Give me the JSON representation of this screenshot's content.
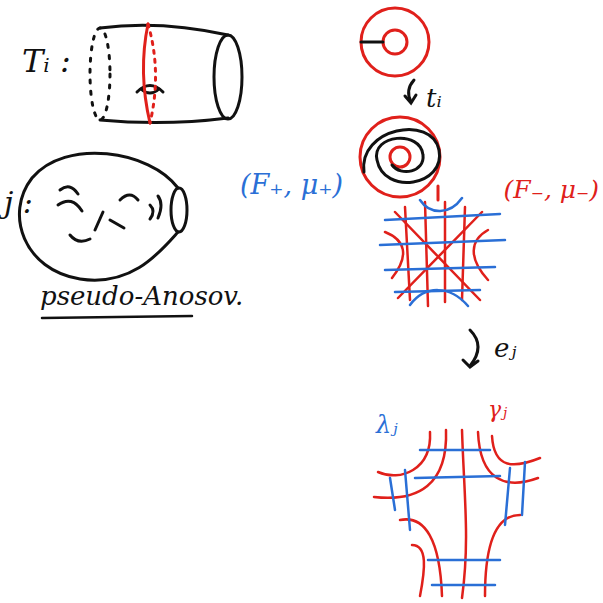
{
  "diagram": {
    "labels": [
      "Tᵢ :",
      "tᵢ",
      "j :",
      "(F₊, μ₊)",
      "(F₋, μ₋)",
      "pseudo-Anosov.",
      "eⱼ",
      "γⱼ",
      "λⱼ"
    ]
  }
}
